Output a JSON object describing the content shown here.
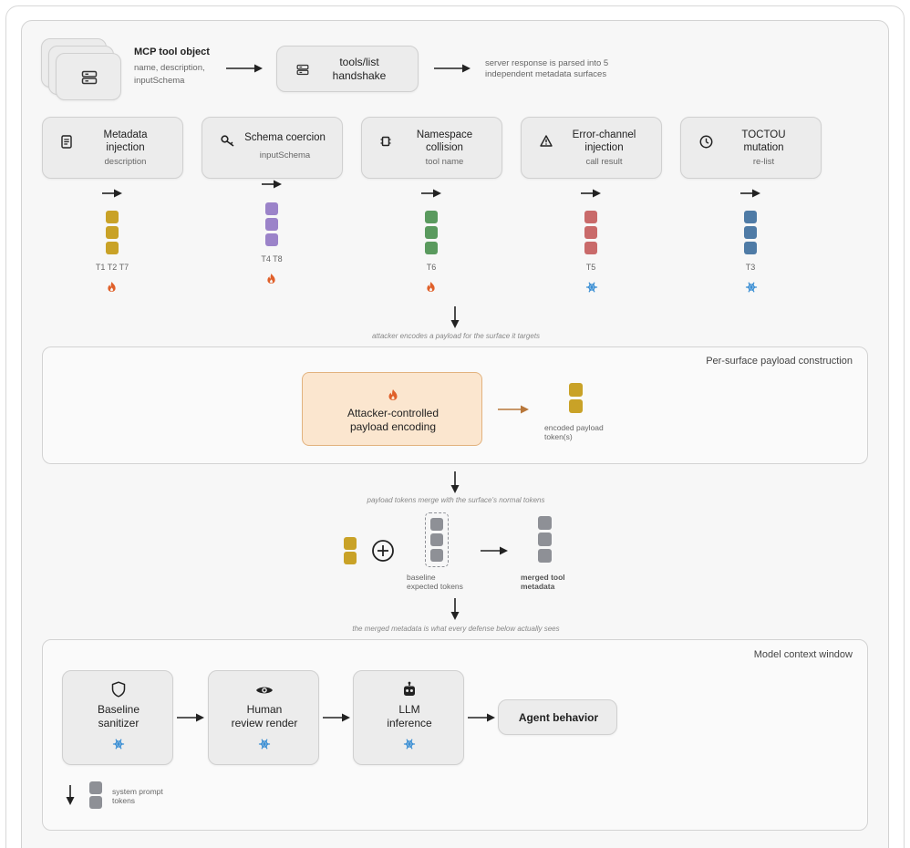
{
  "top": {
    "object_title": "MCP tool object",
    "object_fields": [
      "name, description,",
      "inputSchema"
    ],
    "handshake_lines": [
      "tools/list",
      "handshake"
    ],
    "response_note": [
      "server response is parsed into 5",
      "independent metadata surfaces"
    ]
  },
  "surfaces": [
    {
      "lines": [
        "Metadata",
        "injection"
      ],
      "sub": "description",
      "icon": "document-icon",
      "color": "#c9a227",
      "tags": "T1 T2 T7",
      "status": "flame"
    },
    {
      "lines": [
        "Schema coercion"
      ],
      "sub": "inputSchema",
      "icon": "key-icon",
      "color": "#9b83c9",
      "tags": "T4 T8",
      "status": "flame"
    },
    {
      "lines": [
        "Namespace",
        "collision"
      ],
      "sub": "tool name",
      "icon": "chip-icon",
      "color": "#5a9a5e",
      "tags": "T6",
      "status": "flame"
    },
    {
      "lines": [
        "Error-channel",
        "injection"
      ],
      "sub": "call result",
      "icon": "warning-icon",
      "color": "#c96a6a",
      "tags": "T5",
      "status": "snowflake"
    },
    {
      "lines": [
        "TOCTOU",
        "mutation"
      ],
      "sub": "re-list",
      "icon": "clock-icon",
      "color": "#4f7ba6",
      "tags": "T3",
      "status": "snowflake"
    }
  ],
  "notes": {
    "encode": "attacker encodes a payload for the surface it targets",
    "merge": "payload tokens merge with the surface's normal tokens",
    "sees": "the merged metadata is what every defense below actually sees"
  },
  "payload_section": {
    "label": "Per-surface payload construction",
    "box_lines": [
      "Attacker-controlled",
      "payload encoding"
    ],
    "encoded_label": [
      "encoded payload",
      "token(s)"
    ]
  },
  "merge_row": {
    "baseline_label": [
      "baseline",
      "expected tokens"
    ],
    "merged_label": [
      "merged tool",
      "metadata"
    ]
  },
  "context_section": {
    "label": "Model context window",
    "defenses": [
      {
        "lines": [
          "Baseline",
          "sanitizer"
        ],
        "icon": "shield-icon"
      },
      {
        "lines": [
          "Human",
          "review render"
        ],
        "icon": "eye-icon"
      },
      {
        "lines": [
          "LLM",
          "inference"
        ],
        "icon": "robot-icon"
      }
    ],
    "agent": "Agent behavior",
    "system_label": [
      "system prompt",
      "tokens"
    ]
  },
  "colors": {
    "payload": "#c9a227",
    "neutral": "#8e9096",
    "flame": "#e0602a",
    "snow": "#3b8fd4",
    "payload_box_bg": "#fbe6cf",
    "payload_box_border": "#e2b27e",
    "payload_arrow": "#b8773a"
  }
}
